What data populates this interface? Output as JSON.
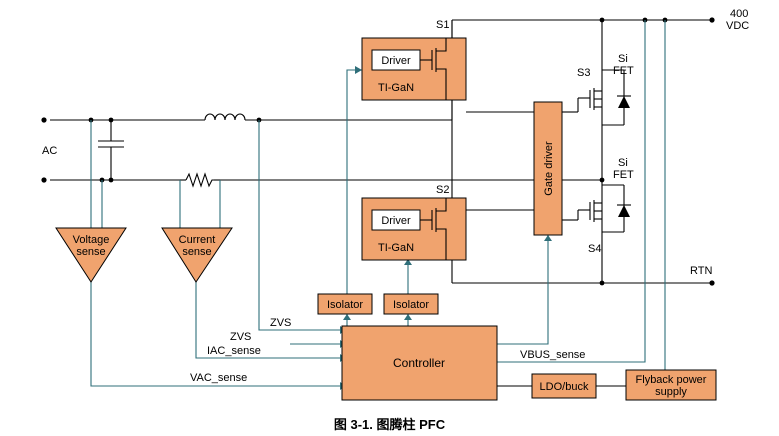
{
  "labels": {
    "ac": "AC",
    "vdc_line1": "400",
    "vdc_line2": "VDC",
    "rtn": "RTN",
    "s1": "S1",
    "s2": "S2",
    "s3": "S3",
    "s4": "S4",
    "si1": "Si",
    "fet1": "FET",
    "si2": "Si",
    "fet2": "FET",
    "zvs_top": "ZVS",
    "zvs_bottom": "ZVS",
    "iac_sense": "IAC_sense",
    "vac_sense": "VAC_sense",
    "vbus_sense": "VBUS_sense"
  },
  "blocks": {
    "driver_top": "Driver",
    "tigan_top": "TI-GaN",
    "driver_bottom": "Driver",
    "tigan_bottom": "TI-GaN",
    "gate_driver": "Gate driver",
    "isolator_left": "Isolator",
    "isolator_right": "Isolator",
    "controller": "Controller",
    "ldo_buck": "LDO/buck",
    "flyback_line1": "Flyback power",
    "flyback_line2": "supply",
    "voltage_sense_line1": "Voltage",
    "voltage_sense_line2": "sense",
    "current_sense_line1": "Current",
    "current_sense_line2": "sense"
  },
  "caption": "图 3-1. 图腾柱 PFC",
  "colors": {
    "block_fill": "#f0a36e",
    "signal_line": "#2f6f7a",
    "power_line": "#000000"
  }
}
